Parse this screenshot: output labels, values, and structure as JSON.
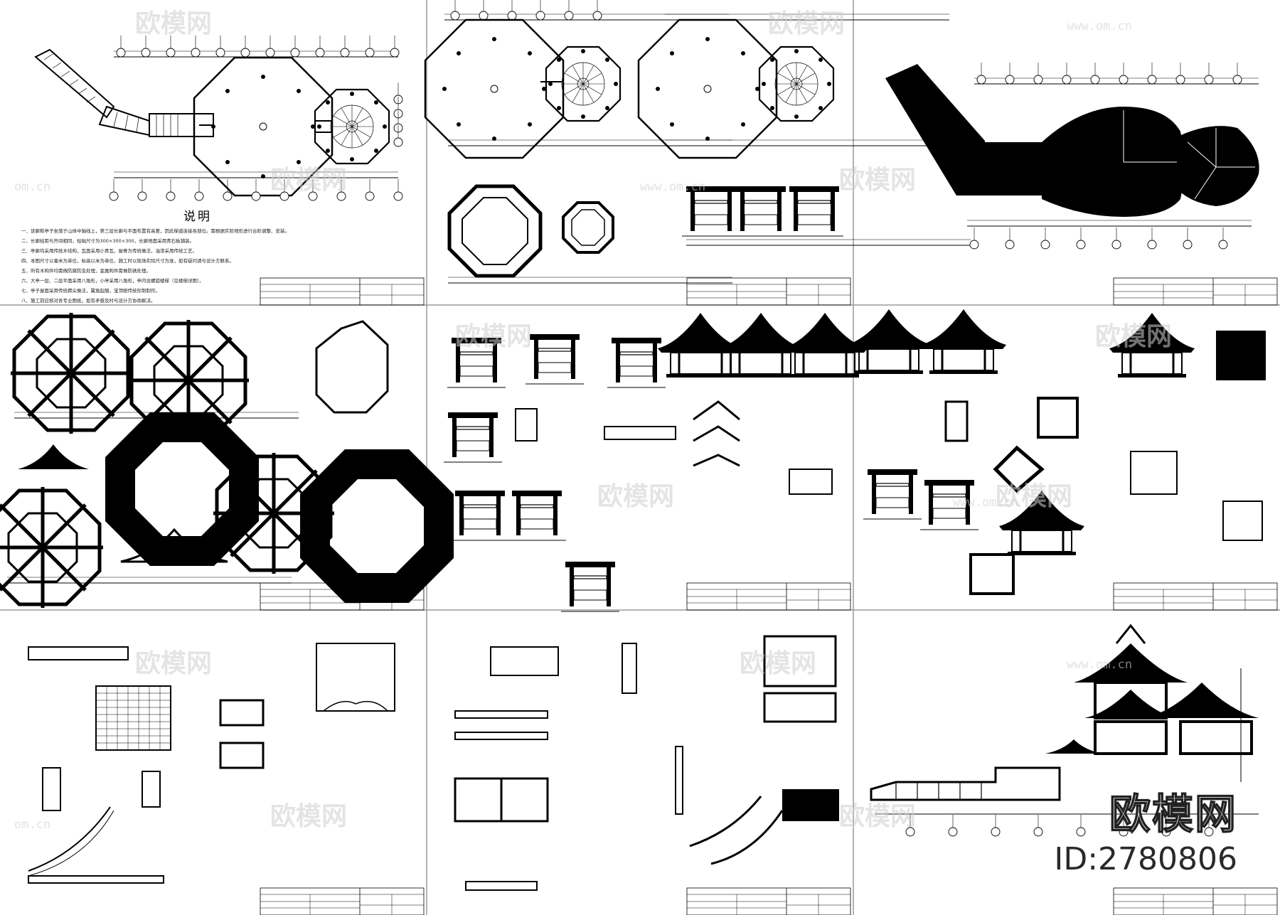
{
  "watermark": {
    "brand": "欧模网",
    "url": "www.om.cn",
    "url_short": "om.cn"
  },
  "notes": {
    "title": "说明",
    "lines": [
      "一、该廊和亭子坐落于山体中轴线上，第三层长廊与平面布置有高差，因此梯道连接各部位。需根据实际地形进行台阶调整、安装。",
      "二、长廊柱距与开间相同，柱础尺寸为300×300×300，长廊地面采用青石板铺装。",
      "三、亭廊均采用传统木结构，瓦面采用小青瓦，屋脊为传统做法，油漆采用传统工艺。",
      "四、本图尺寸以毫米为单位，标高以米为单位，施工时以现场实际尺寸为准，如有疑问请与设计方联系。",
      "五、所有木构件均需做防腐防虫处理，金属构件需做防锈处理。",
      "六、大亭一层、二层平面采用八角形，小亭采用八角形，亭内设螺旋楼梯（见楼梯详图）。",
      "七、亭子屋面采用传统攒尖做法，翼角起翘，宝顶按传统形制制作。",
      "八、施工前应核对各专业图纸，如有矛盾及时与设计方协商解决。"
    ]
  },
  "brand_logo": {
    "name": "欧模网",
    "id_text": "ID:2780806"
  },
  "colors": {
    "line": "#000000",
    "background": "#ffffff",
    "divider": "#b0b0b0",
    "watermark": "#cfcfcf"
  }
}
